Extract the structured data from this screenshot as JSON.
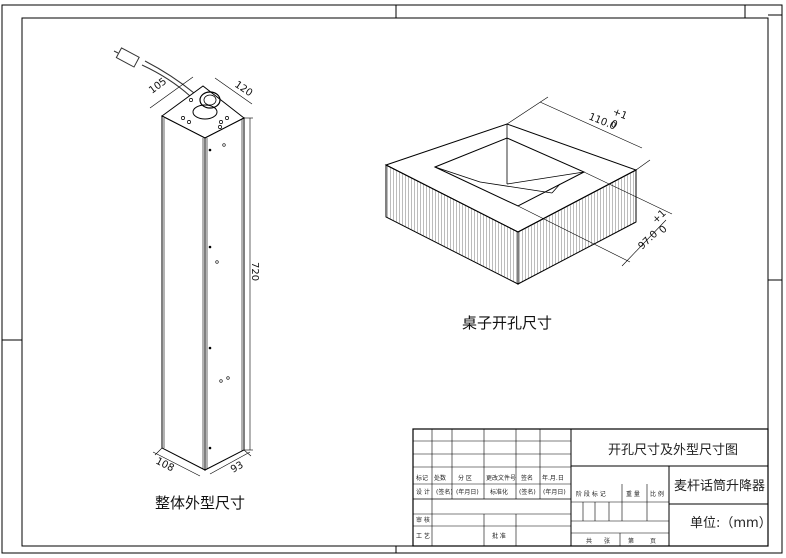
{
  "labels": {
    "overall_caption": "整体外型尺寸",
    "hole_caption": "桌子开孔尺寸"
  },
  "dimensions": {
    "column_width_top": "105",
    "column_depth_top": "120",
    "column_height": "720",
    "column_base_width": "108",
    "column_base_depth": "93",
    "hole_length": "110.0",
    "hole_length_tol": "+1",
    "hole_length_tol2": "0",
    "hole_width": "97.0",
    "hole_width_tol": "+1",
    "hole_width_tol2": "0"
  },
  "title_block": {
    "drawing_title": "开孔尺寸及外型尺寸图",
    "product_name": "麦杆话筒升降器",
    "unit": "单位:（mm）",
    "row_labels": {
      "mark": "标记",
      "count": "处数",
      "zone": "分 区",
      "change_doc": "更改文件号",
      "signature": "签名",
      "date": "年.月.日",
      "design": "设 计",
      "design_sign": "(签名)",
      "design_date": "(年月日)",
      "standardize": "标准化",
      "std_sign": "(签名)",
      "std_date": "(年月日)",
      "review": "审 核",
      "process": "工 艺",
      "approve": "批 准"
    },
    "stage_labels": {
      "stage_mark": "阶 段 标 记",
      "weight": "重 量",
      "scale": "比 例"
    },
    "sheet_info": {
      "total": "共",
      "sheets": "张",
      "page": "第",
      "pages": "页"
    }
  }
}
